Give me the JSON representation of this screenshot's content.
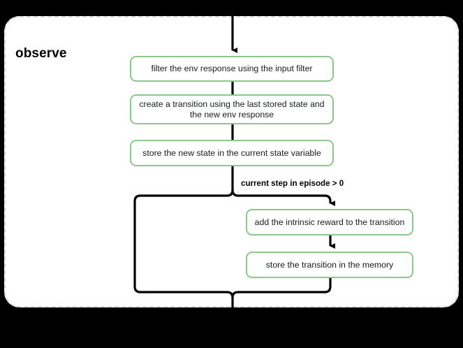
{
  "diagram": {
    "scope": {
      "title": "observe",
      "border_style": "dashed",
      "border_color": "#d9d9d9",
      "background": "#ffffff"
    },
    "canvas_background": "#000000",
    "node_border_color": "#8bc98b",
    "connector_color": "#000000",
    "nodes": [
      {
        "id": "filter",
        "label": "filter the env response using the input filter"
      },
      {
        "id": "create",
        "label": "create a transition using the last stored state and the new env response"
      },
      {
        "id": "store_state",
        "label": "store the new state in the current state variable"
      },
      {
        "id": "intrinsic",
        "label": "add the intrinsic reward to the transition"
      },
      {
        "id": "store_memory",
        "label": "store the transition in the memory"
      }
    ],
    "branch_label": "current step in episode > 0",
    "icons": {
      "arrow_in": "arrow-down-icon",
      "arrow_branch": "arrow-down-icon"
    }
  }
}
